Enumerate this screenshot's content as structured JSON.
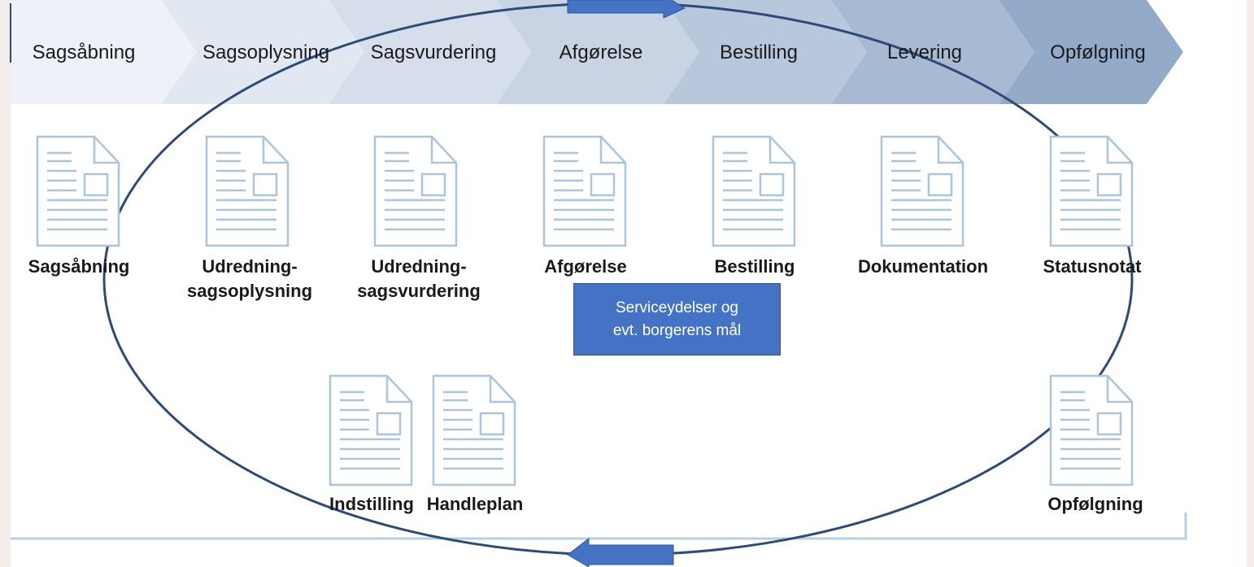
{
  "process": {
    "stages": [
      {
        "label": "Sagsåbning"
      },
      {
        "label": "Sagsoplysning"
      },
      {
        "label": "Sagsvurdering"
      },
      {
        "label": "Afgørelse"
      },
      {
        "label": "Bestilling"
      },
      {
        "label": "Levering"
      },
      {
        "label": "Opfølgning"
      }
    ]
  },
  "documents": {
    "top_row": [
      {
        "line1": "Sagsåbning",
        "line2": ""
      },
      {
        "line1": "Udredning-",
        "line2": "sagsoplysning"
      },
      {
        "line1": "Udredning-",
        "line2": "sagsvurdering"
      },
      {
        "line1": "Afgørelse",
        "line2": ""
      },
      {
        "line1": "Bestilling",
        "line2": ""
      },
      {
        "line1": "Dokumentation",
        "line2": ""
      },
      {
        "line1": "Statusnotat",
        "line2": ""
      }
    ],
    "bottom_row": [
      {
        "label": "Indstilling"
      },
      {
        "label": "Handleplan"
      },
      {
        "label": "Opfølgning"
      }
    ]
  },
  "callout": {
    "line1": "Serviceydelser og",
    "line2": "evt. borgerens mål"
  },
  "colors": {
    "chevrons": [
      "#eef2f8",
      "#e2e8f1",
      "#d5deea",
      "#c8d4e4",
      "#b8c8dc",
      "#a8bad3",
      "#93abc8"
    ],
    "doc_outline": "#a9c6dc",
    "ellipse": "#2c4a7a",
    "arrow_fill": "#4472c4",
    "callout_bg": "#4472c4"
  }
}
